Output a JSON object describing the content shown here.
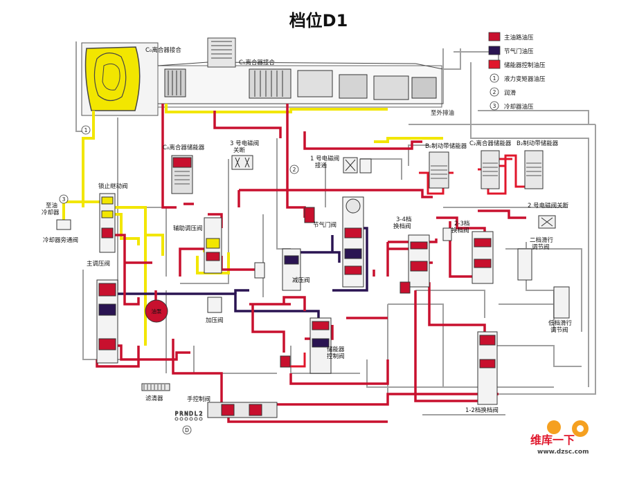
{
  "title": "档位D1",
  "colors": {
    "main_line": "#c8102e",
    "throttle": "#2a1452",
    "accumulator": "#e0162b",
    "converter": "#f2e600",
    "lube": "#f2e600",
    "cooler": "#f2e600",
    "drain": "#9a9a9a"
  },
  "legend": [
    {
      "marker": "",
      "label": "主油路油压",
      "color": "#c8102e"
    },
    {
      "marker": "",
      "label": "节气门油压",
      "color": "#2a1452"
    },
    {
      "marker": "",
      "label": "储能器控制油压",
      "color": "#e0162b"
    },
    {
      "marker": "1",
      "label": "液力变矩器油压",
      "color": "#f2e600"
    },
    {
      "marker": "2",
      "label": "润滑",
      "color": "#f2e600"
    },
    {
      "marker": "3",
      "label": "冷却器油压",
      "color": "#f2e600"
    }
  ],
  "labels": {
    "c0_clutch_engage": "C₀离合器接合",
    "c1_clutch_engage": "C₁离合器接合",
    "vent_drain": "至外排油",
    "c0_accumulator": "C₀离合器储能器",
    "solenoid3_off": "3 号电磁阀\n关断",
    "solenoid1_on": "1 号电磁阀\n接通",
    "b0_accumulator": "B₀制动带储能器",
    "c2_accumulator": "C₂离合器储能器",
    "b2_accumulator": "B₂制动带储能器",
    "lockup_valve": "锁止继动阀",
    "to_cooler": "至油\n冷却器",
    "cooler_bypass": "冷却器旁通阀",
    "primary_regulator": "主调压阀",
    "secondary_regulator": "辅助调压阀",
    "throttle_valve": "节气门阀",
    "shift_34": "3-4档\n换档阀",
    "shift_23": "2-3档\n换档阀",
    "solenoid2_off": "2 号电磁阀关断",
    "second_coast": "二档滑行\n调节阀",
    "pump": "油泵",
    "cutback": "减压阀",
    "booster": "加压阀",
    "low_coast": "低档滑行\n调节阀",
    "accumulator_control": "储能器\n控制阀",
    "strainer": "滤清器",
    "manual_valve": "手控制阀",
    "manual_positions": "PRNDL2",
    "shift_12": "1-2档换档阀",
    "circle_1": "1",
    "circle_2": "2",
    "circle_3": "3",
    "circle_D": "D"
  },
  "watermark": {
    "brand": "维库一下",
    "url": "www.dzsc.com"
  }
}
